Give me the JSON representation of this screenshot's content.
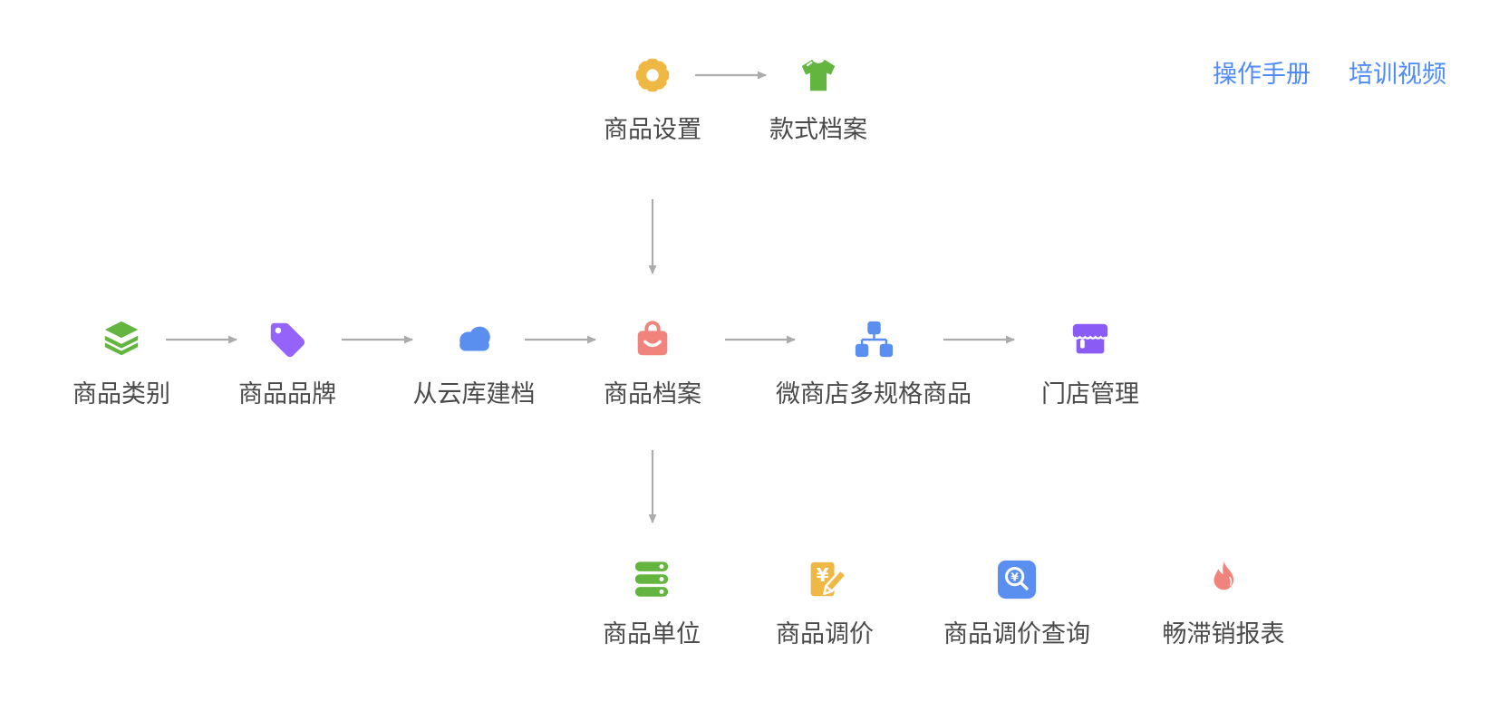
{
  "page": {
    "background": "#ffffff",
    "description_links": [
      "操作手册",
      "培训视频"
    ]
  },
  "header": {
    "manual_link": "操作手册",
    "video_link": "培训视频"
  },
  "palette": {
    "green": "#63B53F",
    "amber": "#EFB844",
    "purple_tag": "#9563F9",
    "purple_store": "#8A5CF5",
    "blue": "#5A8EEF",
    "coral": "#F0837C",
    "link_blue": "#4F8BF7",
    "arrow_gray": "#ABABAB",
    "label_gray": "#4A4A4A"
  },
  "nodes": {
    "product_settings": {
      "label": "商品设置",
      "icon": "gear-icon",
      "color": "#EFB844"
    },
    "style_archive": {
      "label": "款式档案",
      "icon": "tshirt-icon",
      "color": "#63B53F"
    },
    "product_category": {
      "label": "商品类别",
      "icon": "layers-icon",
      "color": "#63B53F"
    },
    "product_brand": {
      "label": "商品品牌",
      "icon": "tag-icon",
      "color": "#9563F9"
    },
    "cloud_archive": {
      "label": "从云库建档",
      "icon": "cloud-icon",
      "color": "#5A8EEF"
    },
    "product_archive": {
      "label": "商品档案",
      "icon": "shopping-bag-icon",
      "color": "#F0837C"
    },
    "microstore_multispec": {
      "label": "微商店多规格商品",
      "icon": "sitemap-icon",
      "color": "#5A8EEF"
    },
    "store_management": {
      "label": "门店管理",
      "icon": "storefront-icon",
      "color": "#8A5CF5"
    },
    "product_unit": {
      "label": "商品单位",
      "icon": "server-stack-icon",
      "color": "#63B53F"
    },
    "price_adjustment": {
      "label": "商品调价",
      "icon": "price-edit-icon",
      "color": "#EFB844"
    },
    "price_adjust_query": {
      "label": "商品调价查询",
      "icon": "price-search-icon",
      "color": "#5A8EEF"
    },
    "sales_report": {
      "label": "畅滞销报表",
      "icon": "flame-icon",
      "color": "#F0837C"
    }
  },
  "flows": [
    {
      "from": "商品设置",
      "to": "款式档案"
    },
    {
      "from": "商品设置",
      "to": "商品档案"
    },
    {
      "from": "商品类别",
      "to": "商品品牌"
    },
    {
      "from": "商品品牌",
      "to": "从云库建档"
    },
    {
      "from": "从云库建档",
      "to": "商品档案"
    },
    {
      "from": "商品档案",
      "to": "微商店多规格商品"
    },
    {
      "from": "微商店多规格商品",
      "to": "门店管理"
    },
    {
      "from": "商品档案",
      "to": "商品单位"
    }
  ]
}
